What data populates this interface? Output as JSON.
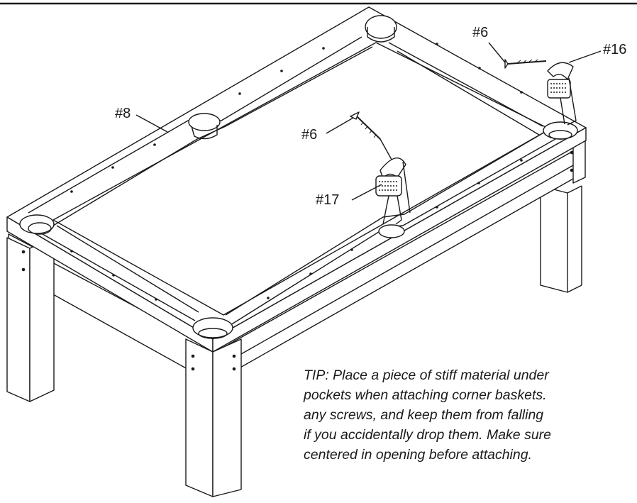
{
  "callouts": {
    "rail": "#8",
    "screw_top": "#6",
    "screw_mid": "#6",
    "basket_corner": "#16",
    "basket_side": "#17"
  },
  "tip_lines": [
    "TIP: Place a piece of stiff material under",
    "pockets when attaching corner baskets.",
    "any screws, and keep them from falling",
    "if you accidentally drop them. Make sure",
    "centered in opening before attaching."
  ],
  "colors": {
    "line": "#1a1a1a",
    "background": "#ffffff"
  }
}
